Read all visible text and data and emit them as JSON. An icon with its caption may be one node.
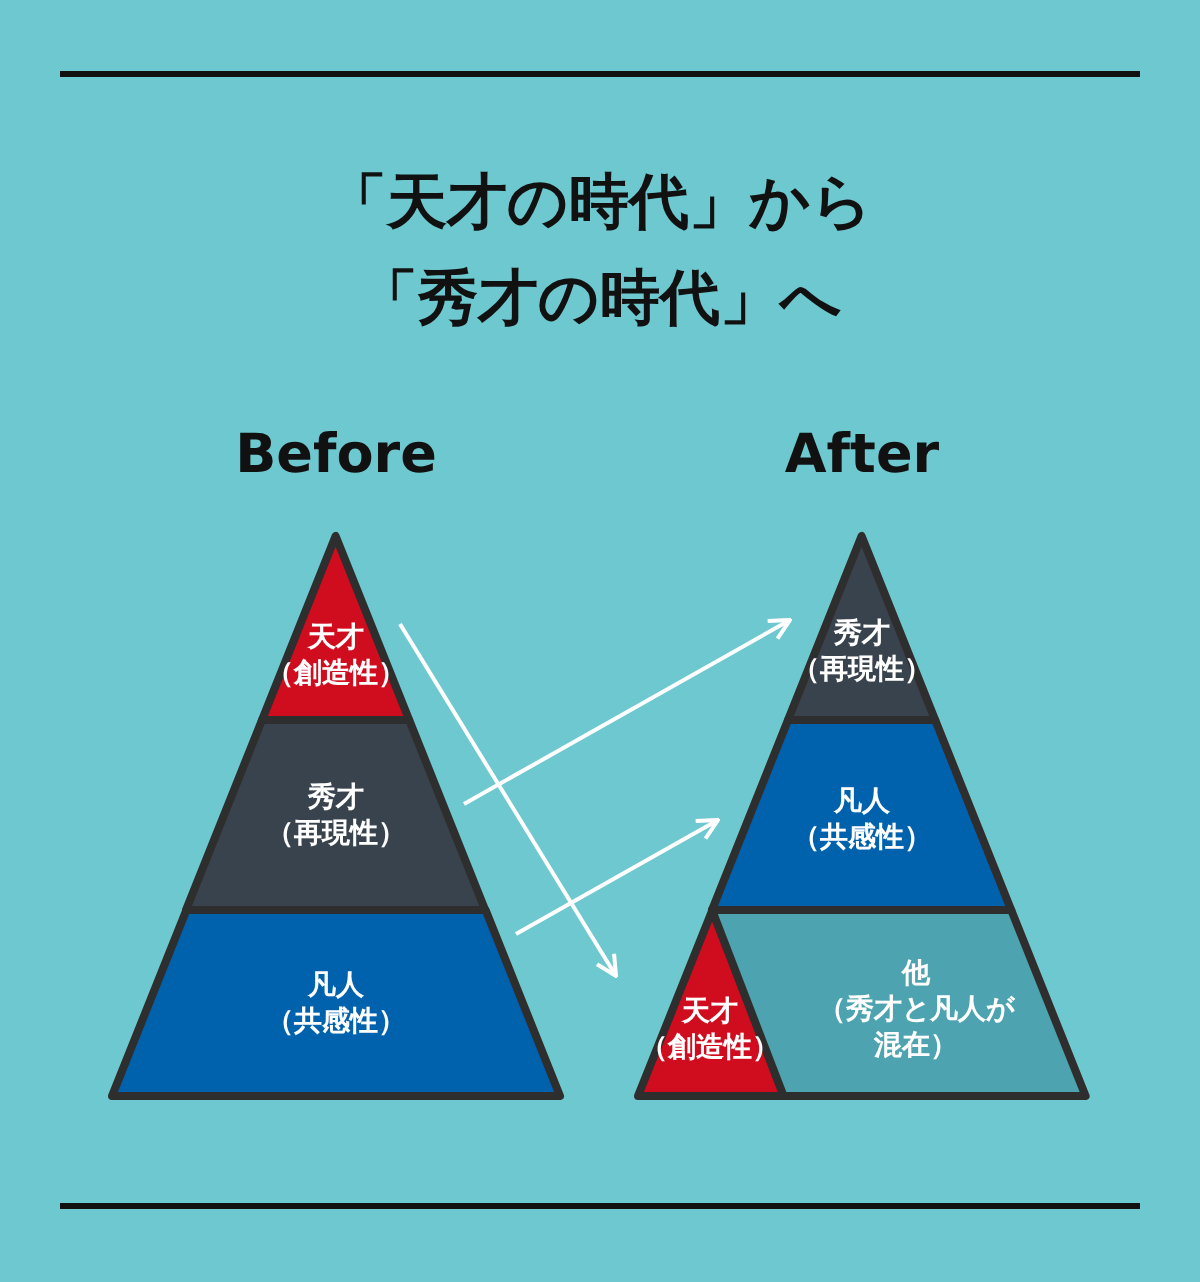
{
  "diagram": {
    "title": "「天才の時代」から「秀才の時代」へ",
    "nodes": [
      {
        "text": [
          "天才",
          "（創造性）"
        ]
      },
      {
        "text": [
          "秀才",
          "（再現性）"
        ]
      },
      {
        "text": [
          "凡人",
          "（共感性）"
        ]
      },
      {
        "text": [
          "秀才",
          "（再現性）"
        ]
      },
      {
        "text": [
          "凡人",
          "（共感性）"
        ]
      },
      {
        "text": [
          "天才",
          "（創造性）"
        ]
      },
      {
        "text": [
          "他",
          "（秀才と凡人が混在）"
        ]
      }
    ],
    "edges": [
      {
        "from": 0,
        "to": 5,
        "arrow": "to"
      },
      {
        "from": 1,
        "to": 3,
        "arrow": "to"
      },
      {
        "from": 2,
        "to": 4,
        "arrow": "to"
      }
    ],
    "labels": [
      "Before",
      "After"
    ]
  }
}
